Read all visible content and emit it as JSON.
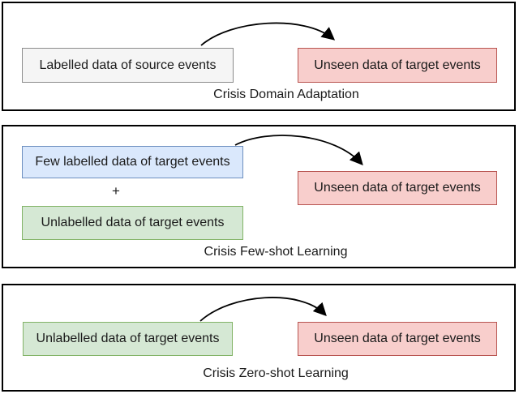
{
  "figure": {
    "background": "#ffffff",
    "border_color": "#000000",
    "arrow_color": "#000000"
  },
  "panels": {
    "domain_adaptation": {
      "caption": "Crisis Domain Adaptation",
      "source_box": {
        "label": "Labelled data of source events",
        "fill": "#f5f5f5",
        "stroke": "#8c8c8c"
      },
      "target_box": {
        "label": "Unseen data of target events",
        "fill": "#f8cecc",
        "stroke": "#b85450"
      }
    },
    "few_shot": {
      "caption": "Crisis Few-shot Learning",
      "plus": "+",
      "few_labelled_box": {
        "label": "Few labelled data of target events",
        "fill": "#dae8fc",
        "stroke": "#6c8ebf"
      },
      "unlabelled_box": {
        "label": "Unlabelled data of target events",
        "fill": "#d5e8d4",
        "stroke": "#82b366"
      },
      "target_box": {
        "label": "Unseen data of target events",
        "fill": "#f8cecc",
        "stroke": "#b85450"
      }
    },
    "zero_shot": {
      "caption": "Crisis Zero-shot Learning",
      "unlabelled_box": {
        "label": "Unlabelled data of target events",
        "fill": "#d5e8d4",
        "stroke": "#82b366"
      },
      "target_box": {
        "label": "Unseen data of target events",
        "fill": "#f8cecc",
        "stroke": "#b85450"
      }
    }
  }
}
